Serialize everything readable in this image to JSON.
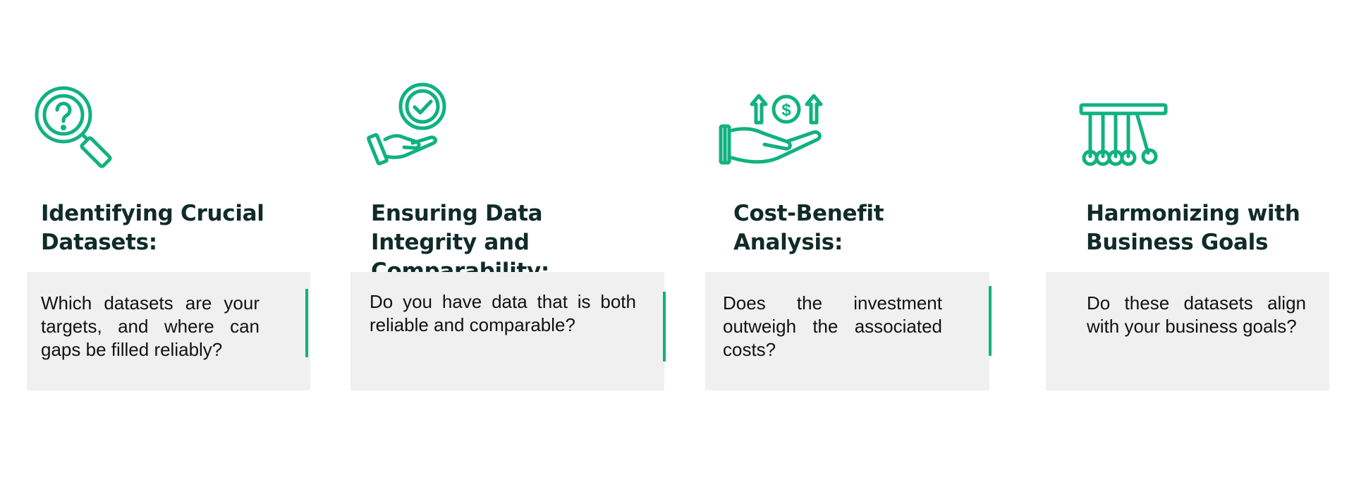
{
  "accent_color": "#10b27e",
  "title_color": "#102b28",
  "box_color": "#f0f0f0",
  "cards": [
    {
      "icon": "magnifier-question-icon",
      "title": "Identifying Crucial Datasets:",
      "description": " Which datasets are your targets, and where can gaps be filled reliably?"
    },
    {
      "icon": "hand-check-icon",
      "title": "Ensuring Data Integrity and Comparability:",
      "description": "Do you have data that is both reliable and comparable?"
    },
    {
      "icon": "hand-dollar-growth-icon",
      "title": "Cost-Benefit Analysis:",
      "description": "Does the investment outweigh the associated costs?"
    },
    {
      "icon": "newtons-cradle-icon",
      "title": "Harmonizing with Business Goals",
      "description": "Do these datasets align with your business goals?"
    }
  ]
}
